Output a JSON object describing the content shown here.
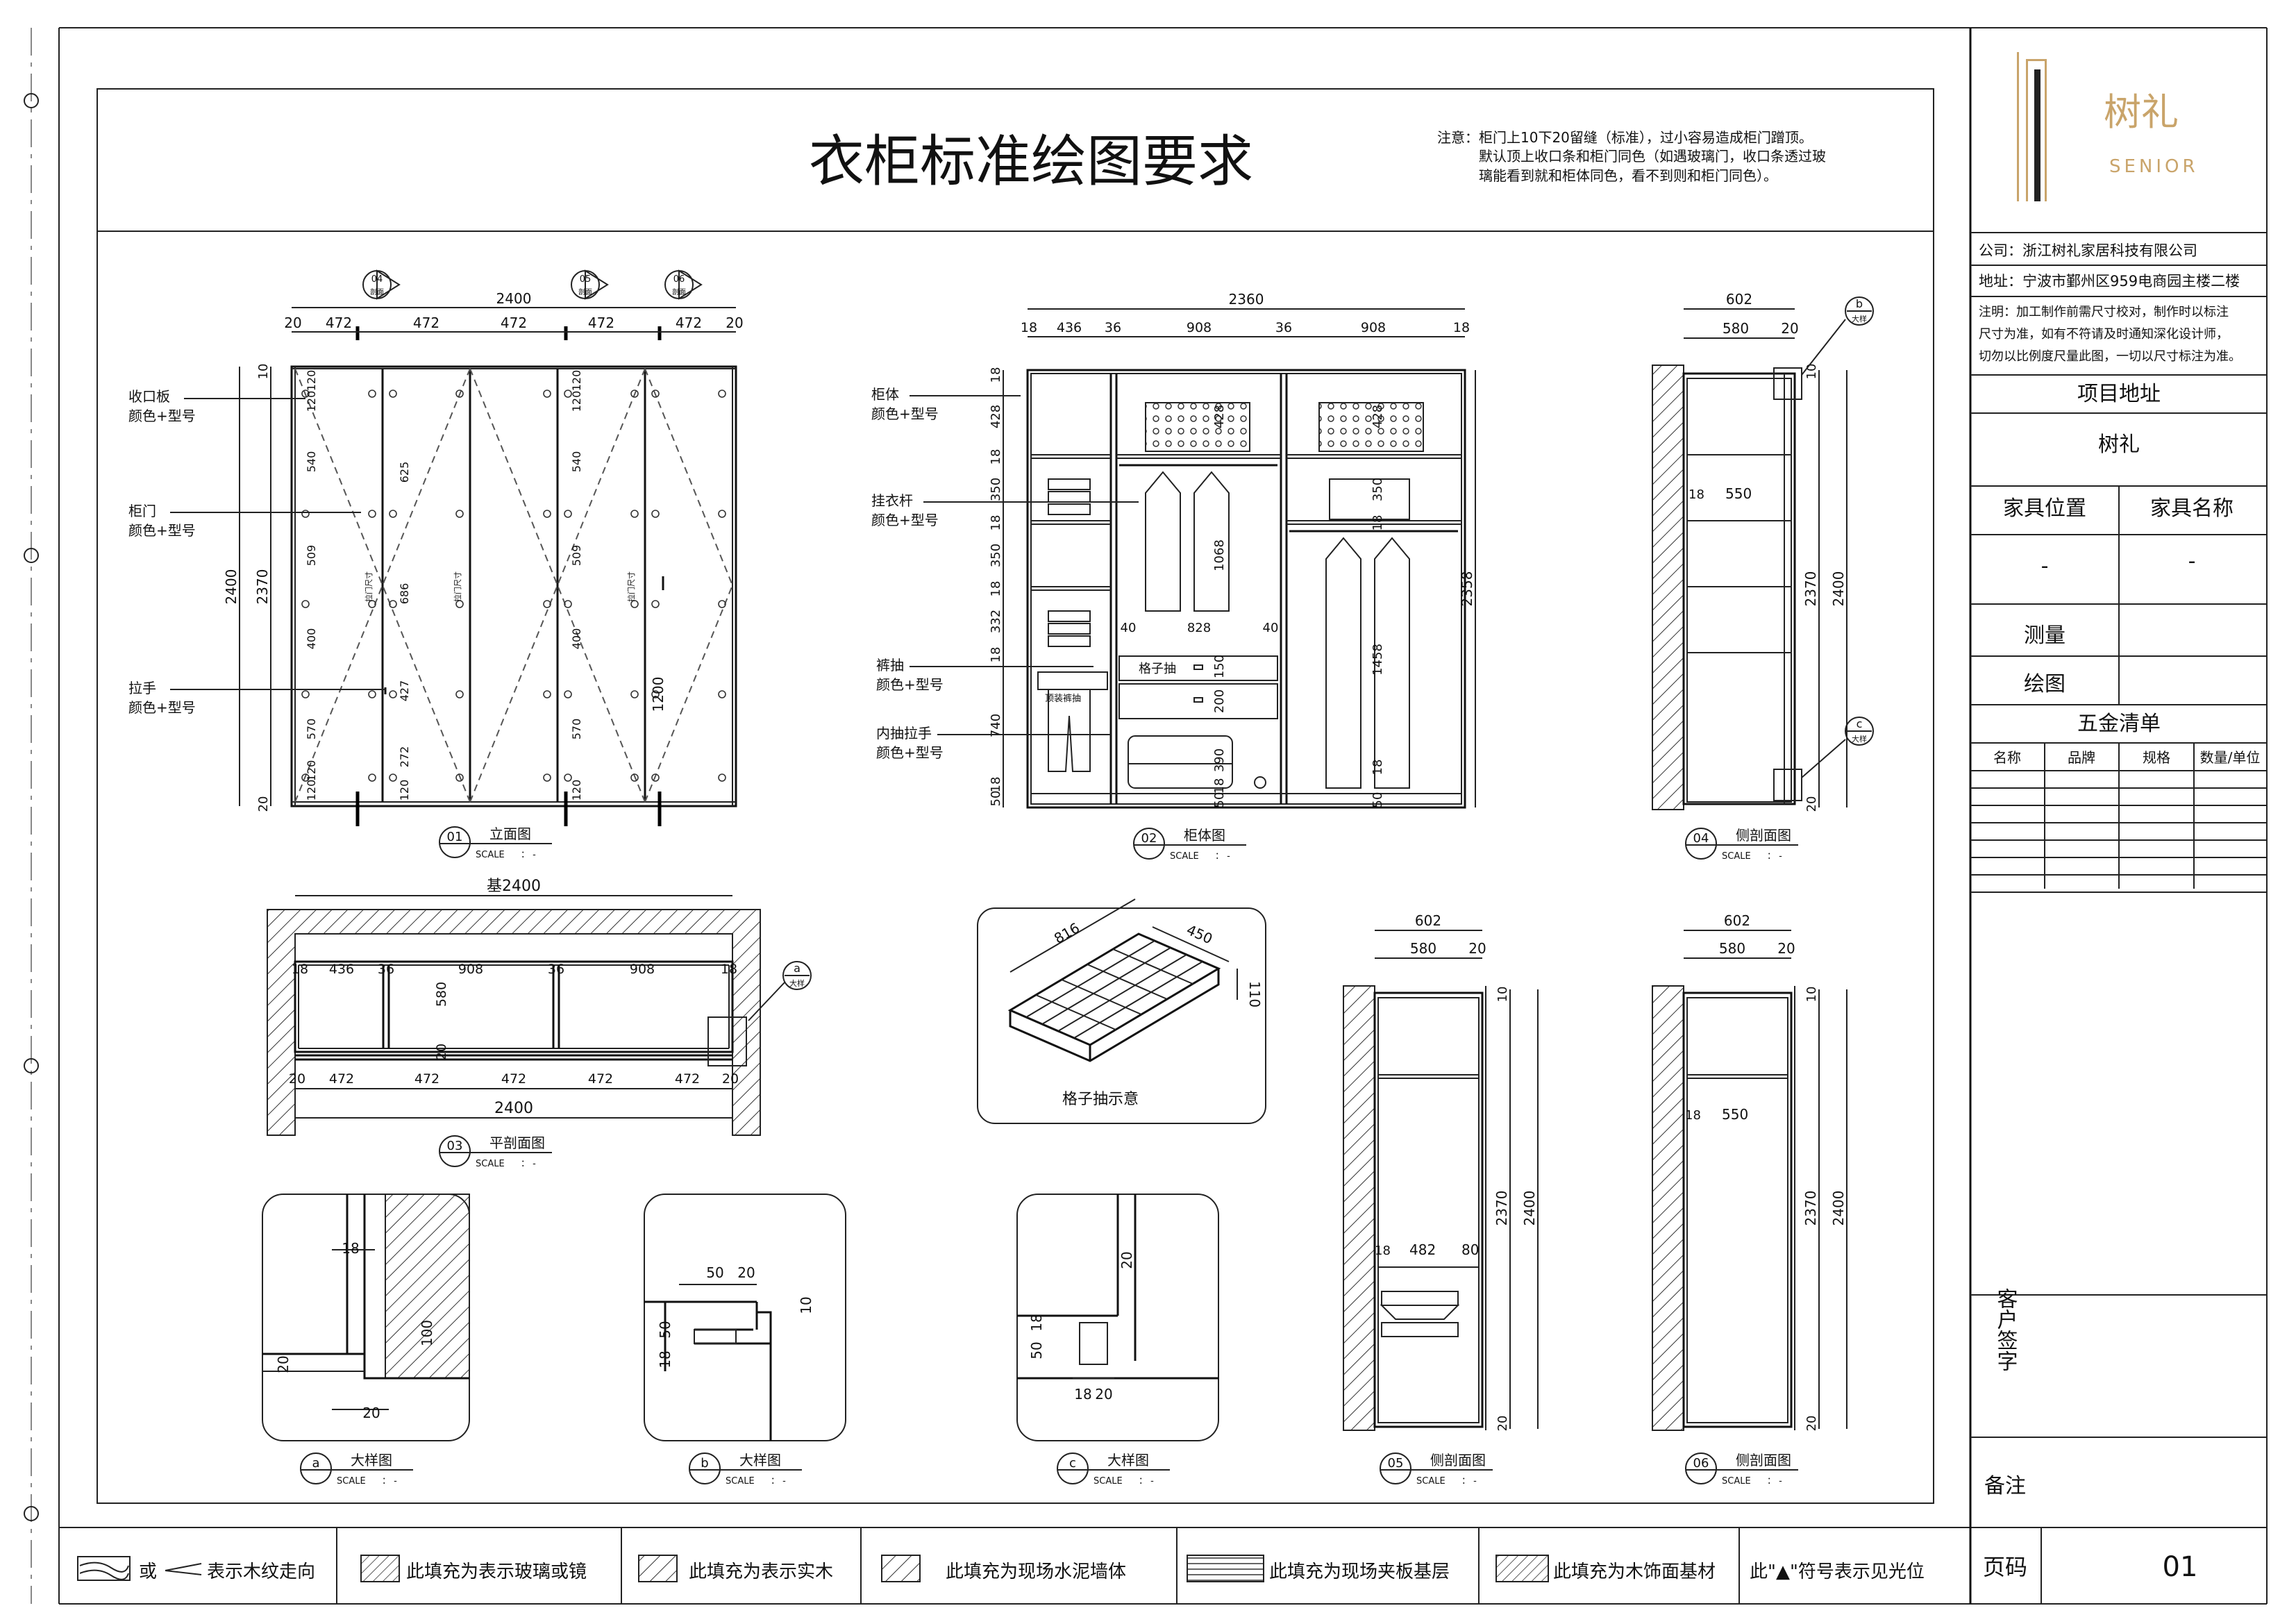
{
  "title": "衣柜标准绘图要求",
  "notes": {
    "line1": "注意：柜门上10下20留缝（标准），过小容易造成柜门蹭顶。",
    "line2": "默认顶上收口条和柜门同色（如遇玻璃门，收口条透过玻",
    "line3": "璃能看到就和柜体同色，看不到则和柜门同色）。"
  },
  "title_block": {
    "logo_text": "树礼",
    "logo_sub": "SENIOR",
    "company": "公司：浙江树礼家居科技有限公司",
    "address": "地址：宁波市鄞州区959电商园主楼二楼",
    "remark1": "注明：加工制作前需尺寸校对，制作时以标注",
    "remark2": "尺寸为准，如有不符请及时通知深化设计师，",
    "remark3": "切勿以比例度尺量此图，一切以尺寸标注为准。",
    "project_label": "项目地址",
    "project_value": "树礼",
    "furniture_position_label": "家具位置",
    "furniture_name_label": "家具名称",
    "furniture_position_value": "-",
    "furniture_name_value": "-",
    "measure_label": "测量",
    "draw_label": "绘图",
    "hardware_title": "五金清单",
    "hardware_columns": [
      "名称",
      "品牌",
      "规格",
      "数量/单位"
    ],
    "client_sign_label": "客户签字",
    "remark_label": "备注",
    "page_label": "页码",
    "page_value": "01"
  },
  "legend": [
    {
      "label": "或",
      "icon": "wood-grain-icon"
    },
    {
      "label": "表示木纹走向",
      "icon": "arrow-icon"
    },
    {
      "label": "此填充为表示玻璃或镜",
      "icon": "glass-hatch-icon"
    },
    {
      "label": "此填充为表示实木",
      "icon": "solid-wood-hatch-icon"
    },
    {
      "label": "此填充为现场水泥墙体",
      "icon": "concrete-hatch-icon"
    },
    {
      "label": "此填充为现场夹板基层",
      "icon": "plywood-hatch-icon"
    },
    {
      "label": "此填充为木饰面基材",
      "icon": "veneer-hatch-icon"
    },
    {
      "label": "此\"▲\"符号表示见光位",
      "icon": "triangle-icon"
    }
  ],
  "view_labels": {
    "v01": {
      "num": "01",
      "name": "立面图"
    },
    "v02": {
      "num": "02",
      "name": "柜体图"
    },
    "v03": {
      "num": "03",
      "name": "平剖面图"
    },
    "v04": {
      "num": "04",
      "name": "侧剖面图"
    },
    "v05": {
      "num": "05",
      "name": "侧剖面图"
    },
    "v06": {
      "num": "06",
      "name": "侧剖面图"
    },
    "va": {
      "num": "a",
      "name": "大样图"
    },
    "vb": {
      "num": "b",
      "name": "大样图"
    },
    "vc": {
      "num": "c",
      "name": "大样图"
    },
    "scale": "SCALE",
    "scale_value": "： -"
  },
  "annotations": {
    "elevation": {
      "trim": [
        "收口板",
        "颜色+型号"
      ],
      "door": [
        "柜门",
        "颜色+型号"
      ],
      "handle": [
        "拉手",
        "颜色+型号"
      ]
    },
    "carcass": {
      "body": [
        "柜体",
        "颜色+型号"
      ],
      "rail": [
        "挂衣杆",
        "颜色+型号"
      ],
      "pants": [
        "裤抽",
        "颜色+型号"
      ],
      "inner": [
        "内抽拉手",
        "颜色+型号"
      ],
      "grid": "格子抽",
      "pants_tag": "顶装裤抽"
    },
    "grid_drawer": "格子抽示意",
    "section_markers": {
      "m04": "04",
      "m05": "05",
      "m06": "06",
      "sub04": "剖面",
      "sub05": "剖面",
      "sub06": "剖面"
    },
    "detail_markers": {
      "a": "a",
      "b": "b",
      "c": "c",
      "sub": "大样"
    }
  },
  "dims": {
    "v01": {
      "total_w": "2400",
      "parts": [
        "20",
        "472",
        "472",
        "472",
        "472",
        "472",
        "20"
      ],
      "total_h": "2400",
      "inner_h": "2370",
      "top": "10",
      "bottom": "20",
      "col1": [
        "120",
        "540",
        "509",
        "400",
        "570",
        "120"
      ],
      "col1b": [
        "120",
        "120"
      ],
      "col2": [
        "625",
        "686",
        "427",
        "272",
        "120"
      ],
      "col3": [
        "540",
        "509",
        "400",
        "570",
        "120"
      ],
      "col3b": [
        "120",
        "120"
      ],
      "col4": [
        "1200"
      ],
      "door_tag": "拉门尺寸"
    },
    "v02": {
      "total_w": "2360",
      "parts": [
        "18",
        "436",
        "36",
        "908",
        "36",
        "908",
        "18"
      ],
      "total_h": "2358",
      "left": [
        "18",
        "428",
        "18",
        "350",
        "18",
        "350",
        "18",
        "332",
        "18",
        "740",
        "50",
        "18"
      ],
      "mid": [
        "428",
        "1068",
        "150",
        "200",
        "390",
        "18",
        "50"
      ],
      "mid_w": [
        "40",
        "828",
        "40"
      ],
      "right": [
        "428",
        "350",
        "18",
        "1458",
        "18",
        "50"
      ]
    },
    "v03": {
      "top_total": "基2400",
      "top_parts": [
        "18",
        "436",
        "36",
        "908",
        "36",
        "908",
        "18"
      ],
      "depth": "580",
      "depth_b": "20",
      "bottom_parts": [
        "20",
        "472",
        "472",
        "472",
        "472",
        "472",
        "20"
      ],
      "bottom_total": "2400"
    },
    "v04": {
      "w": "602",
      "w_parts": [
        "580",
        "20"
      ],
      "inner": [
        "18",
        "550"
      ],
      "h1": "2370",
      "h2": "2400",
      "top": "10",
      "bottom": "20"
    },
    "grid": {
      "w": "816",
      "d": "450",
      "h": "110"
    },
    "v05": {
      "w": "602",
      "w_parts": [
        "580",
        "20"
      ],
      "inner": [
        "18",
        "482",
        "80"
      ],
      "h1": "2370",
      "h2": "2400",
      "top": "10",
      "bottom": "20"
    },
    "v06": {
      "w": "602",
      "w_parts": [
        "580",
        "20"
      ],
      "inner": [
        "18",
        "550"
      ],
      "h1": "2370",
      "h2": "2400",
      "top": "10",
      "bottom": "20"
    },
    "va": [
      "18",
      "100",
      "20",
      "20"
    ],
    "vb": [
      "50",
      "20",
      "10",
      "50",
      "18"
    ],
    "vc": [
      "20",
      "18",
      "50",
      "18",
      "20"
    ]
  }
}
